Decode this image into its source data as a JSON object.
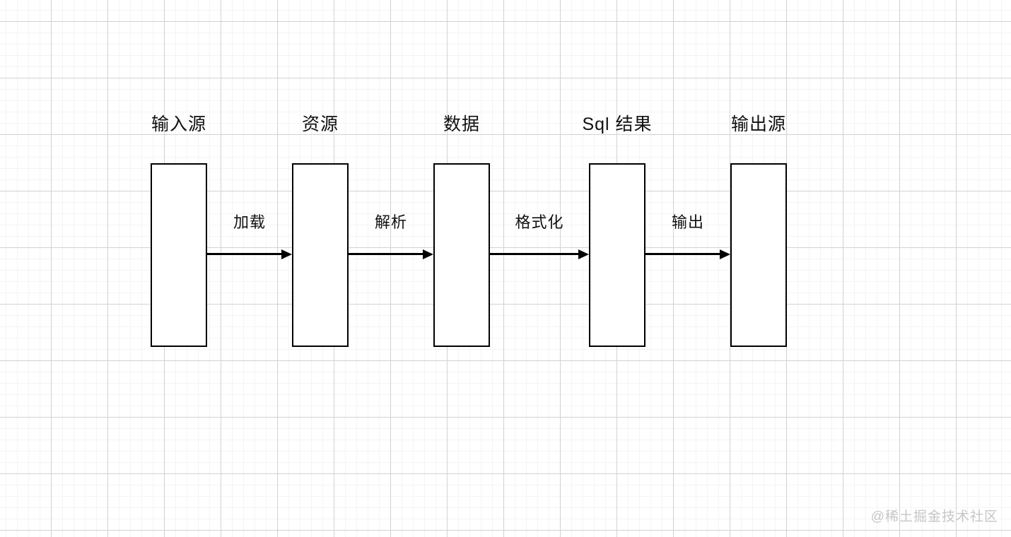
{
  "diagram": {
    "nodes": [
      {
        "id": "input-source",
        "label": "输入源"
      },
      {
        "id": "resource",
        "label": "资源"
      },
      {
        "id": "data",
        "label": "数据"
      },
      {
        "id": "sql-result",
        "label": "Sql 结果"
      },
      {
        "id": "output-source",
        "label": "输出源"
      }
    ],
    "edges": [
      {
        "id": "load",
        "label": "加载",
        "from": "input-source",
        "to": "resource"
      },
      {
        "id": "parse",
        "label": "解析",
        "from": "resource",
        "to": "data"
      },
      {
        "id": "format",
        "label": "格式化",
        "from": "data",
        "to": "sql-result"
      },
      {
        "id": "output",
        "label": "输出",
        "from": "sql-result",
        "to": "output-source"
      }
    ]
  },
  "watermark": {
    "text": "@稀土掘金技术社区"
  },
  "colors": {
    "shape_border": "#000000",
    "shape_fill": "#ffffff",
    "grid_minor": "#f4f4f4",
    "grid_major": "#d2d2d2",
    "text": "#111111",
    "watermark": "#c6c6c6"
  }
}
